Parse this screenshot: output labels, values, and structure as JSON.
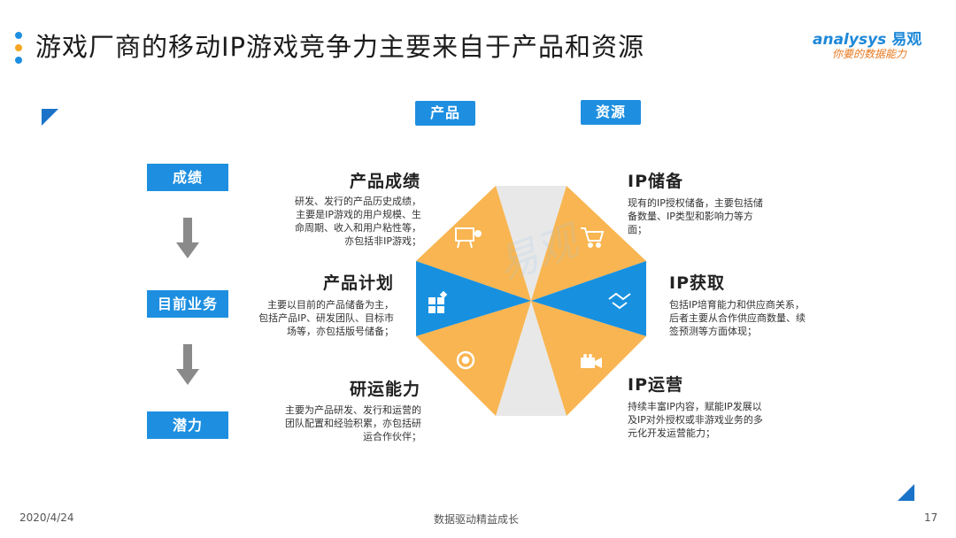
{
  "header": {
    "title": "游戏厂商的移动IP游戏竞争力主要来自于产品和资源",
    "dot_colors": [
      "#1e8fe0",
      "#f5a623",
      "#1e8fe0"
    ]
  },
  "logo": {
    "brand": "analysys",
    "brand_cn": "易观",
    "slogan": "你要的数据能力"
  },
  "tags": {
    "product": "产品",
    "resource": "资源"
  },
  "flow": {
    "steps": [
      "成绩",
      "目前业务",
      "潜力"
    ]
  },
  "left_blocks": [
    {
      "title": "产品成绩",
      "desc": "研发、发行的产品历史成绩，主要是IP游戏的用户规模、生命周期、收入和用户粘性等，亦包括非IP游戏；"
    },
    {
      "title": "产品计划",
      "desc": "主要以目前的产品储备为主，包括产品IP、研发团队、目标市场等，亦包括版号储备；"
    },
    {
      "title": "研运能力",
      "desc": "主要为产品研发、发行和运营的团队配置和经验积累，亦包括研运合作伙伴；"
    }
  ],
  "right_blocks": [
    {
      "title": "IP储备",
      "desc": "现有的IP授权储备，主要包括储备数量、IP类型和影响力等方面；"
    },
    {
      "title": "IP获取",
      "desc": "包括IP培育能力和供应商关系，后者主要从合作供应商数量、续签预测等方面体现；"
    },
    {
      "title": "IP运营",
      "desc": "持续丰富IP内容，赋能IP发展以及IP对外授权或非游戏业务的多元化开发运营能力；"
    }
  ],
  "wheel": {
    "colors": {
      "orange": "#f8b551",
      "blue": "#1890e0",
      "gray": "#e6e6e6"
    },
    "icons": [
      "presentation-icon",
      "blocks-icon",
      "gear-icon",
      "cart-icon",
      "handshake-icon",
      "camera-icon"
    ]
  },
  "footer": {
    "date": "2020/4/24",
    "slogan": "数据驱动精益成长",
    "page": "17"
  }
}
